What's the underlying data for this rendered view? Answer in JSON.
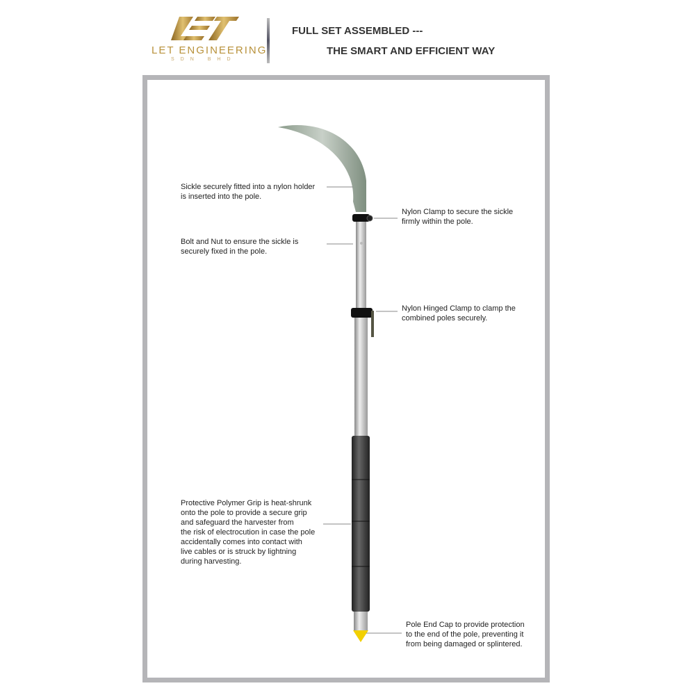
{
  "header": {
    "logo_name": "LET ENGINEERING",
    "logo_sub": "SDN BHD",
    "logo_mark": "LET",
    "title_line1": "FULL SET ASSEMBLED ---",
    "title_line2": "THE SMART AND EFFICIENT WAY"
  },
  "labels": {
    "sickle": [
      "Sickle securely fitted into a nylon holder",
      "is inserted into the pole."
    ],
    "bolt": [
      "Bolt and Nut to ensure the sickle is",
      "securely fixed in the pole."
    ],
    "grip": [
      "Protective Polymer Grip is heat-shrunk",
      "onto the pole to provide a secure grip",
      "and safeguard the harvester from",
      "the risk of electrocution in case the pole",
      "accidentally comes into contact with",
      "live cables or is struck by lightning",
      "during harvesting."
    ],
    "nylon_clamp": [
      "Nylon Clamp to secure the sickle",
      "firmly within the pole."
    ],
    "hinged_clamp": [
      "Nylon Hinged Clamp to clamp the",
      "combined poles securely."
    ],
    "end_cap": [
      "Pole End Cap to provide protection",
      "to the end of the pole, preventing it",
      "from being damaged or splintered."
    ]
  }
}
